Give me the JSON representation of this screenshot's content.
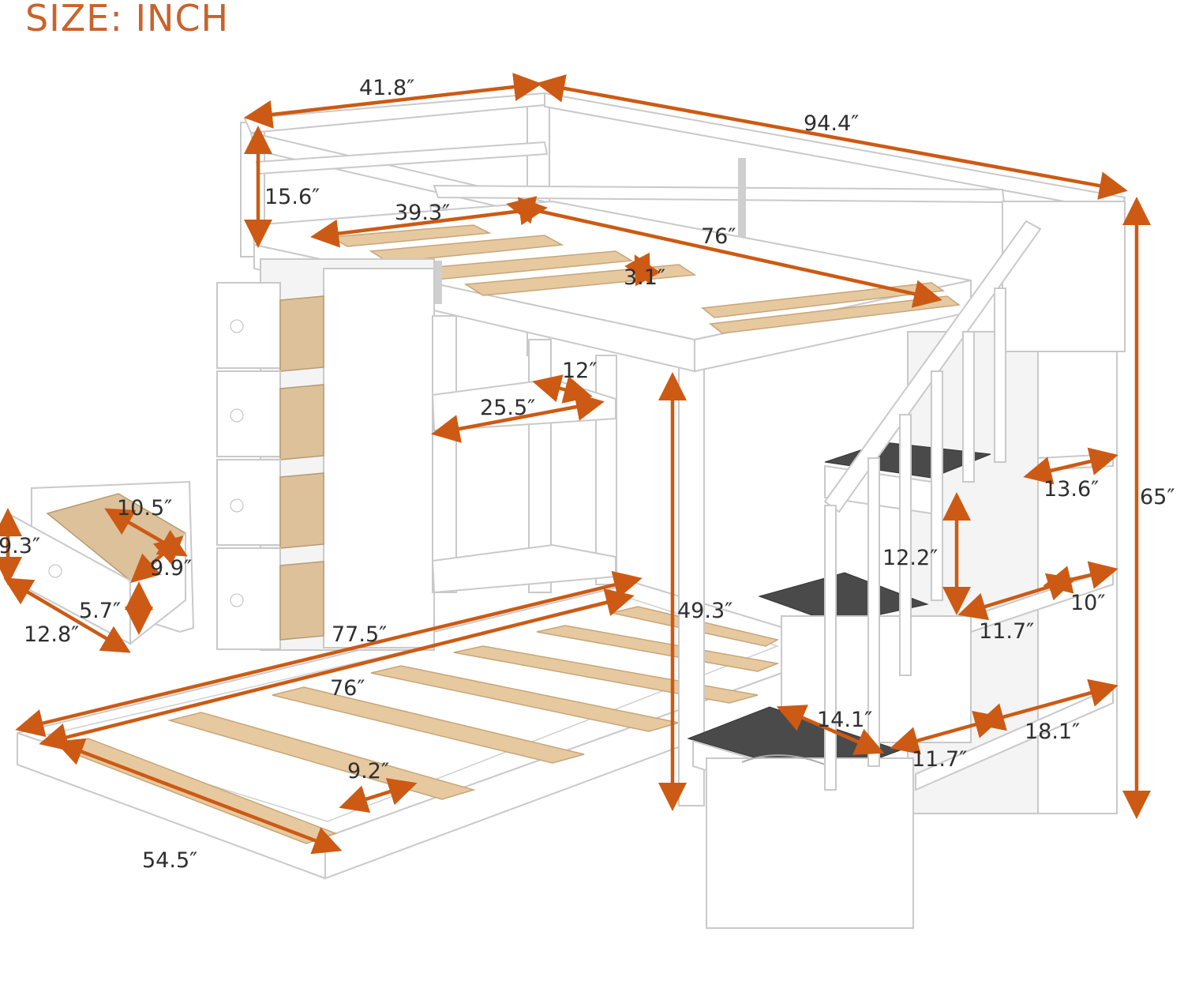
{
  "title": "SIZE: INCH",
  "colors": {
    "arrow": "#cc5a14",
    "title": "#c8632b",
    "wood": "#e7c9a0",
    "tread": "#4a4a4a",
    "frame": "#ffffff"
  },
  "dimensions": [
    {
      "id": "top-depth",
      "label": "41.8″"
    },
    {
      "id": "overall-length",
      "label": "94.4″"
    },
    {
      "id": "guardrail-height",
      "label": "15.6″"
    },
    {
      "id": "upper-inner-width",
      "label": "39.3″"
    },
    {
      "id": "upper-inner-length",
      "label": "76″"
    },
    {
      "id": "slat-gap-top",
      "label": "3.1″"
    },
    {
      "id": "shelf-depth",
      "label": "12″"
    },
    {
      "id": "shelf-width",
      "label": "25.5″"
    },
    {
      "id": "drawer-inner-length",
      "label": "10.5″"
    },
    {
      "id": "drawer-height",
      "label": "9.3″"
    },
    {
      "id": "drawer-inner-width",
      "label": "9.9″"
    },
    {
      "id": "drawer-inner-depth",
      "label": "5.7″"
    },
    {
      "id": "drawer-length",
      "label": "12.8″"
    },
    {
      "id": "lower-outer-length",
      "label": "77.5″"
    },
    {
      "id": "lower-inner-length",
      "label": "76″"
    },
    {
      "id": "lower-slat-gap",
      "label": "9.2″"
    },
    {
      "id": "lower-width",
      "label": "54.5″"
    },
    {
      "id": "under-clearance",
      "label": "49.3″"
    },
    {
      "id": "overall-height",
      "label": "65″"
    },
    {
      "id": "stair-shelf-top",
      "label": "13.6″"
    },
    {
      "id": "step-rise",
      "label": "12.2″"
    },
    {
      "id": "step-tread",
      "label": "11.7″"
    },
    {
      "id": "side-shelf",
      "label": "10″"
    },
    {
      "id": "bottom-step-depth",
      "label": "14.1″"
    },
    {
      "id": "bottom-step-width",
      "label": "11.7″"
    },
    {
      "id": "bottom-shelf",
      "label": "18.1″"
    }
  ]
}
